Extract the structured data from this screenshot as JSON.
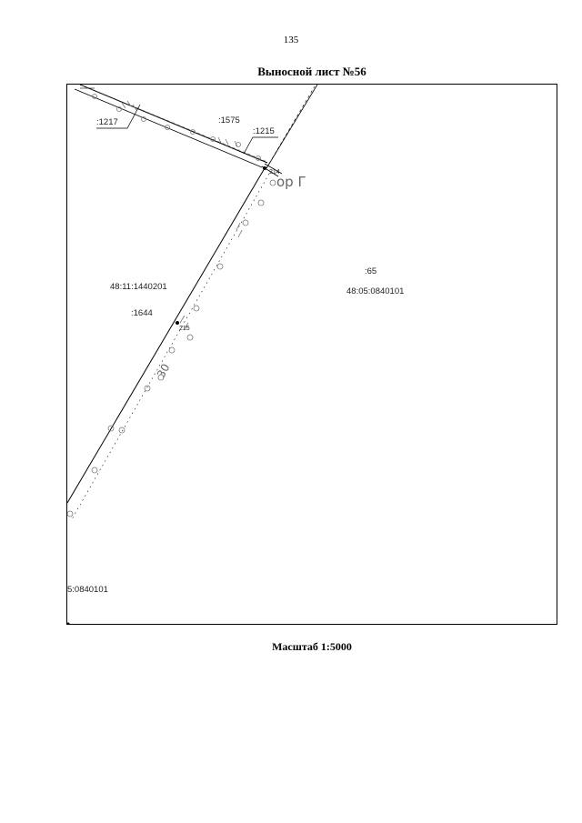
{
  "page": {
    "number": "135",
    "title": "Выносной лист №56",
    "scale_caption": "Масштаб 1:5000"
  },
  "map": {
    "labels": {
      "parcel_1217": ":1217",
      "parcel_1575": ":1575",
      "parcel_1215": ":1215",
      "point_214": "214",
      "quarter_west": "48:11:1440201",
      "parcel_1644": ":1644",
      "point_215": "215",
      "parcel_65": ":65",
      "quarter_east": "48:05:0840101",
      "quarter_east_partial": "5:0840101"
    },
    "symbols": {
      "road_marks": "ор Г",
      "road_number": "30"
    }
  }
}
